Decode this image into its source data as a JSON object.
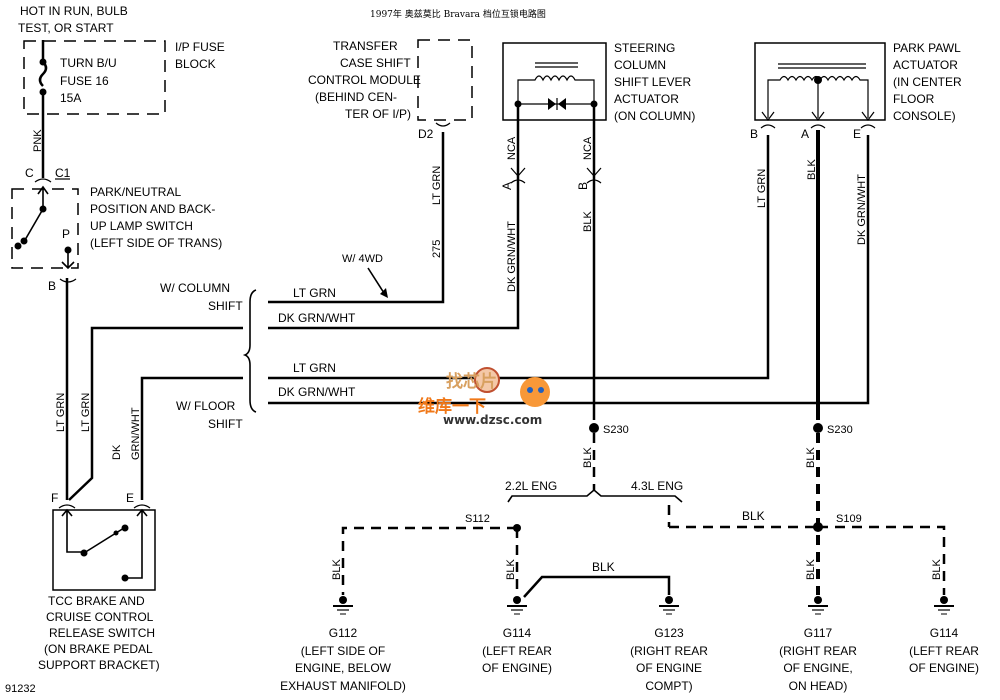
{
  "title": "1997年 奥兹莫比 Bravara 档位互锁电路图",
  "figure_id": "91232",
  "watermark": {
    "line1": "找芯片",
    "line2": "维库一下",
    "url": "www.dzsc.com"
  },
  "power": {
    "line1": "HOT IN RUN, BULB",
    "line2": "TEST, OR START"
  },
  "fuse_block": {
    "label1": "I/P FUSE",
    "label2": "BLOCK",
    "fuse1": "TURN B/U",
    "fuse2": "FUSE 16",
    "fuse3": "15A"
  },
  "wires": {
    "pnk": "PNK",
    "lt_grn": "LT GRN",
    "dk_grn_wht": "DK GRN/WHT",
    "dk": "DK",
    "grn_wht": "GRN/WHT",
    "blk": "BLK",
    "nca": "NCA",
    "circuit_275": "275"
  },
  "connectors": {
    "c": "C",
    "c1": "C1",
    "b": "B",
    "p": "P",
    "d2": "D2",
    "a": "A",
    "e": "E",
    "f": "F"
  },
  "pn_switch": {
    "l1": "PARK/NEUTRAL",
    "l2": "POSITION AND BACK-",
    "l3": "UP LAMP SWITCH",
    "l4": "(LEFT SIDE OF TRANS)"
  },
  "transfer_case": {
    "l1": "TRANSFER",
    "l2": "CASE SHIFT",
    "l3": "CONTROL MODULE",
    "l4": "(BEHIND CEN-",
    "l5": "TER OF I/P)"
  },
  "steering": {
    "l1": "STEERING",
    "l2": "COLUMN",
    "l3": "SHIFT LEVER",
    "l4": "ACTUATOR",
    "l5": "(ON COLUMN)"
  },
  "park_pawl": {
    "l1": "PARK PAWL",
    "l2": "ACTUATOR",
    "l3": "(IN CENTER",
    "l4": "FLOOR",
    "l5": "CONSOLE)"
  },
  "options": {
    "w4wd": "W/ 4WD",
    "col1": "W/ COLUMN",
    "col2": "SHIFT",
    "floor1": "W/ FLOOR",
    "floor2": "SHIFT"
  },
  "tcc": {
    "l1": "TCC BRAKE AND",
    "l2": "CRUISE CONTROL",
    "l3": "RELEASE SWITCH",
    "l4": "(ON BRAKE PEDAL",
    "l5": "SUPPORT BRACKET)"
  },
  "splices": {
    "s230": "S230",
    "s112": "S112",
    "s109": "S109"
  },
  "engines": {
    "e22": "2.2L ENG",
    "e43": "4.3L ENG"
  },
  "grounds": [
    {
      "id": "G112",
      "l1": "(LEFT SIDE OF",
      "l2": "ENGINE, BELOW",
      "l3": "EXHAUST MANIFOLD)"
    },
    {
      "id": "G114",
      "l1": "(LEFT REAR",
      "l2": "OF ENGINE)",
      "l3": ""
    },
    {
      "id": "G123",
      "l1": "(RIGHT REAR",
      "l2": "OF ENGINE",
      "l3": "COMPT)"
    },
    {
      "id": "G117",
      "l1": "(RIGHT REAR",
      "l2": "OF ENGINE,",
      "l3": "ON HEAD)"
    },
    {
      "id": "G114",
      "l1": "(LEFT REAR",
      "l2": "OF ENGINE)",
      "l3": ""
    }
  ]
}
